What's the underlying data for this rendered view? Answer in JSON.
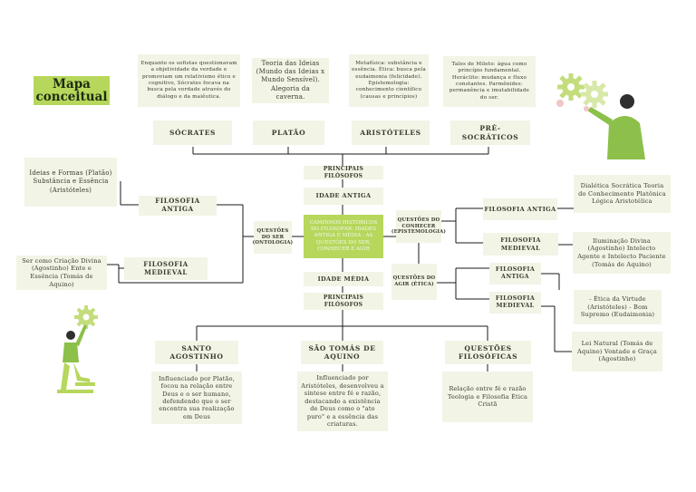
{
  "title": [
    "Mapa",
    "conceitual"
  ],
  "top": {
    "socrates": {
      "label": "SÓCRATES",
      "desc": "Enquanto os sofistas questionavam a objetividade da verdade e promoviam um relativismo ético e cognitivo, Sócrates focava na busca pela verdade através do diálogo e da maiêutica."
    },
    "platao": {
      "label": "PLATÃO",
      "desc": "Teoria das Ideias (Mundo das Ideias x Mundo Sensível). Alegoria da caverna."
    },
    "aristoteles": {
      "label": "ARISTÓTELES",
      "desc": "Metafísica: substância e essência. Ética: busca pela eudaimonia (felicidade). Epistemologia: conhecimento científico (causas e princípios)"
    },
    "pre": {
      "label": "PRÉ- SOCRÁTICOS",
      "desc": "Tales de Mileto: água como princípio fundamental. Heráclito: mudança e fluxo constantes. Parmênides: permanência e imutabilidade do ser."
    }
  },
  "main": {
    "principais_top": "PRINCIPAIS FILÓSOFOS",
    "idade_antiga": "IDADE ANTIGA",
    "center": "CAMINHOS HISTÓRICOS DO FILOSOFAR: IDADES ANTIGA E MÉDIA - AS QUESTÕES DO SER, CONHECER E AGIR",
    "idade_media": "IDADE MÉDIA",
    "principais_bottom": "PRINCIPAIS FILÓSOFOS"
  },
  "left": {
    "ontologia": "QUESTÕES DO SER (ONTOLOGIA)",
    "filosofia_antiga": "FILOSOFIA ANTIGA",
    "filosofia_antiga_desc": "Ideias e Formas (Platão) Substância e Essência (Aristóteles)",
    "filosofia_medieval": "FILOSOFIA MEDIEVAL",
    "filosofia_medieval_desc": "Ser como Criação Divina (Agostinho) Ente e Essência (Tomás de Aquino)"
  },
  "right": {
    "epistemologia": "QUESTÕES DO CONHECER (EPISTEMOLOGIA)",
    "etica": "QUESTÕES DO AGIR (ÉTICA)",
    "conhecer_antiga": "FILOSOFIA ANTIGA",
    "conhecer_antiga_desc": "Dialética Socrática Teoria do Conhecimento Platônica Lógica Aristotélica",
    "conhecer_medieval": "FILOSOFIA MEDIEVAL",
    "conhecer_medieval_desc": "Iluminação Divina (Agostinho) Intelecto Agente e Intelecto Paciente (Tomás de Aquino)",
    "agir_antiga": "FILOSOFIA ANTIGA",
    "agir_antiga_desc": "- Ética da Virtude (Aristóteles) - Bom Supremo (Eudaimonia)",
    "agir_medieval": "FILOSOFIA MEDIEVAL",
    "agir_medieval_desc": "Lei Natural (Tomás de Aquino) Vontade e Graça (Agostinho)"
  },
  "bottom": {
    "agostinho": {
      "label": "SANTO AGOSTINHO",
      "desc": "Influenciado por Platão, focou na relação entre Deus e o ser humano, defendendo que o ser encontra sua realização em Deus"
    },
    "aquino": {
      "label": "SÃO TOMÁS DE AQUINO",
      "desc": "Influenciado por Aristóteles, desenvolveu a síntese entre fé e razão, destacando a existência de Deus como o \"ato puro\" e a essência das criaturas."
    },
    "questoes": {
      "label": "QUESTÕES FILOSÓFICAS",
      "desc": "Relação entre fé e razão Teologia e Filosofia Ética Cristã"
    }
  },
  "colors": {
    "accent": "#b6d75c",
    "box": "#f2f4e6",
    "line": "#1a1a1a"
  }
}
